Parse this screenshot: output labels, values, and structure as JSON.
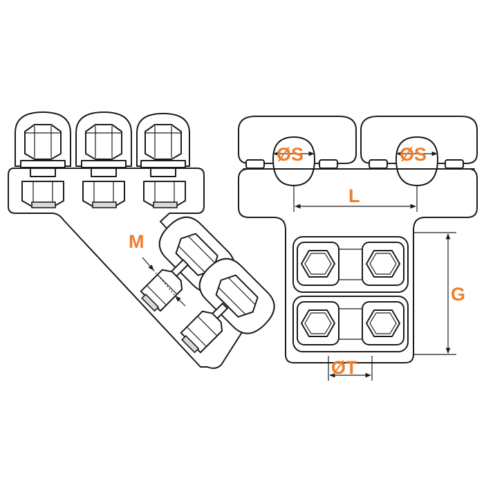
{
  "labels": {
    "m": "M",
    "s_left": "ØS",
    "s_right": "ØS",
    "l": "L",
    "g": "G",
    "t": "ØT"
  },
  "colors": {
    "label": "#ef7d2a",
    "line": "#1a1a1a",
    "fill_gray": "#d9d9d9",
    "background": "#ffffff"
  }
}
